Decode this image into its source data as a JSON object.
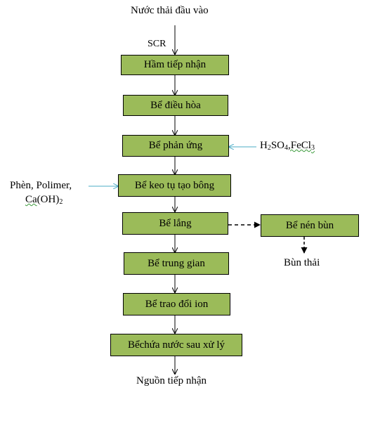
{
  "diagram": {
    "input_label": "Nước thải đầu vào",
    "scr_label": "SCR",
    "steps": [
      "Hầm tiếp nhận",
      "Bể điều hòa",
      "Bể phản ứng",
      "Bể keo tụ tạo bông",
      "Bể lắng",
      "Bể trung gian",
      "Bể trao đổi ion",
      "Bểchứa nước sau xử lý"
    ],
    "output_label": "Nguồn tiếp nhận",
    "sludge_box": "Bể nén bùn",
    "sludge_out": "Bùn thải",
    "chem_reaction": {
      "h": "H",
      "h_sub": "2",
      "so": "SO",
      "so_sub": "4",
      "fecl": ",FeCl",
      "fecl_sub": "3"
    },
    "chem_coag": {
      "line1": "Phèn, Polimer,",
      "ca": "Ca",
      "oh": "(OH)",
      "oh_sub": "2"
    },
    "colors": {
      "box_fill": "#9bbb59",
      "chem_arrow": "#4bacc6"
    }
  }
}
